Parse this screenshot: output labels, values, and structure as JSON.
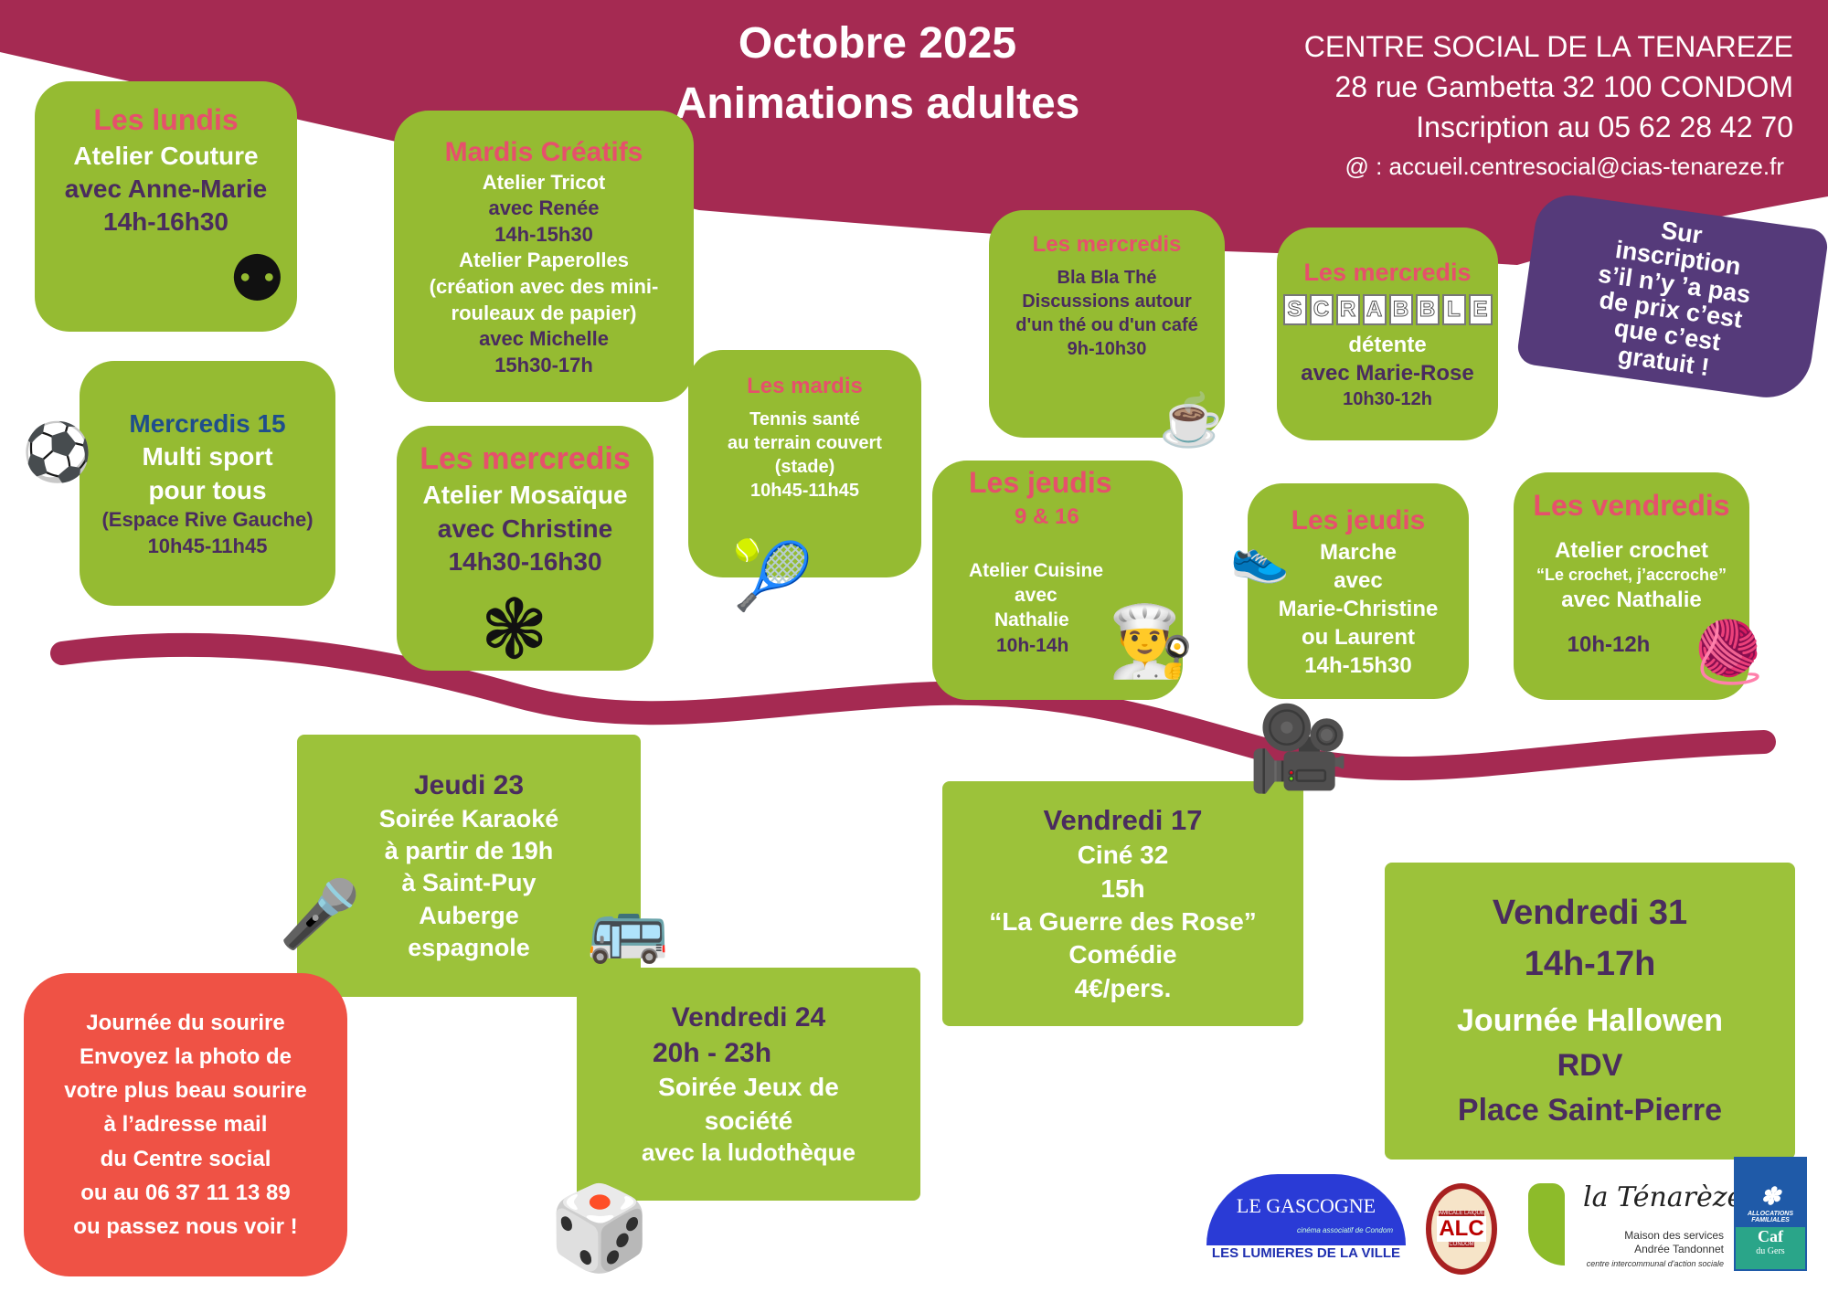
{
  "header": {
    "month": "Octobre 2025",
    "subtitle": "Animations adultes",
    "org": "CENTRE SOCIAL DE LA TENAREZE",
    "address": "28 rue Gambetta 32 100 CONDOM",
    "phone": "Inscription au 05 62 28 42 70",
    "email": "@ : accueil.centresocial@cias-tenareze.fr"
  },
  "colors": {
    "maroon": "#a52a52",
    "green": "#95bb32",
    "pink": "#e6506c",
    "purple": "#553a7a",
    "red": "#ef5245",
    "text": "#4a2c5e"
  },
  "badge": [
    "Sur",
    "inscription",
    "s’il n’y ’a pas",
    "de prix c’est",
    "que c’est",
    "gratuit !"
  ],
  "lundis": {
    "day": "Les lundis",
    "lines": [
      "Atelier Couture",
      "avec Anne-Marie",
      "14h-16h30"
    ]
  },
  "mardis_creatifs": {
    "day": "Mardis Créatifs",
    "lines": [
      "Atelier Tricot",
      "avec Renée",
      "14h-15h30",
      "Atelier Paperolles",
      "(création avec des mini-",
      "rouleaux de papier)",
      "avec Michelle",
      "15h30-17h"
    ]
  },
  "mercredis15": {
    "day": "Mercredis 15",
    "lines": [
      "Multi sport",
      "pour tous",
      "(Espace Rive Gauche)",
      "10h45-11h45"
    ]
  },
  "mosaique": {
    "day": "Les mercredis",
    "lines": [
      "Atelier Mosaïque",
      "avec Christine",
      "14h30-16h30"
    ]
  },
  "tennis": {
    "day": "Les mardis",
    "lines": [
      "Tennis santé",
      "au terrain couvert",
      "(stade)",
      "10h45-11h45"
    ]
  },
  "blabla": {
    "day": "Les mercredis",
    "lines": [
      "Bla Bla Thé",
      "Discussions autour",
      "d'un thé ou d'un café",
      "9h-10h30"
    ]
  },
  "scrabble": {
    "day": "Les mercredis",
    "letters": [
      "S",
      "C",
      "R",
      "A",
      "B",
      "B",
      "L",
      "E"
    ],
    "lines": [
      "détente",
      "avec Marie-Rose",
      "10h30-12h"
    ]
  },
  "cuisine": {
    "day": "Les jeudis",
    "dates": "9 & 16",
    "lines": [
      "Atelier Cuisine",
      "avec",
      "Nathalie",
      "10h-14h"
    ]
  },
  "marche": {
    "day": "Les jeudis",
    "lines": [
      "Marche",
      "avec",
      "Marie-Christine",
      "ou Laurent",
      "14h-15h30"
    ]
  },
  "crochet": {
    "day": "Les vendredis",
    "lines": [
      "Atelier crochet",
      "“Le crochet, j’accroche”",
      "avec Nathalie",
      "10h-12h"
    ]
  },
  "karaoke": {
    "lines": [
      "Jeudi 23",
      "Soirée Karaoké",
      "à partir de 19h",
      "à Saint-Puy",
      "Auberge",
      "espagnole"
    ]
  },
  "sourire": {
    "lines": [
      "Journée du sourire",
      "Envoyez la photo de",
      "votre plus beau sourire",
      "à l’adresse mail",
      "du Centre social",
      "ou au  06 37 11 13 89",
      "ou passez nous voir  !"
    ]
  },
  "jeux": {
    "lines": [
      "Vendredi 24",
      "20h -  23h",
      "Soirée Jeux de",
      "société",
      "avec la ludothèque"
    ]
  },
  "cine": {
    "lines": [
      "Vendredi 17",
      "Ciné 32",
      "15h",
      "“La Guerre des Rose”",
      "Comédie",
      "4€/pers."
    ]
  },
  "halloween": {
    "lines": [
      "Vendredi 31",
      "14h-17h",
      "Journée Hallowen",
      "RDV",
      "Place Saint-Pierre"
    ]
  },
  "logos": {
    "gascogne": "LE GASCOGNE",
    "gascogne_sub": "cinéma associatif de Condom",
    "gascogne_band": "LES LUMIERES DE LA VILLE",
    "alc": "ALC",
    "alc_top": "AMICALE LAIQUE",
    "alc_bottom": "CONDOM",
    "tenareze": "la Ténarèze",
    "tenareze_l1": "Maison des services",
    "tenareze_l2": "Andrée Tandonnet",
    "tenareze_l3": "centre intercommunal d'action sociale",
    "caf_top": "ALLOCATIONS FAMILIALES",
    "caf": "Caf",
    "caf_sub": "du Gers"
  }
}
